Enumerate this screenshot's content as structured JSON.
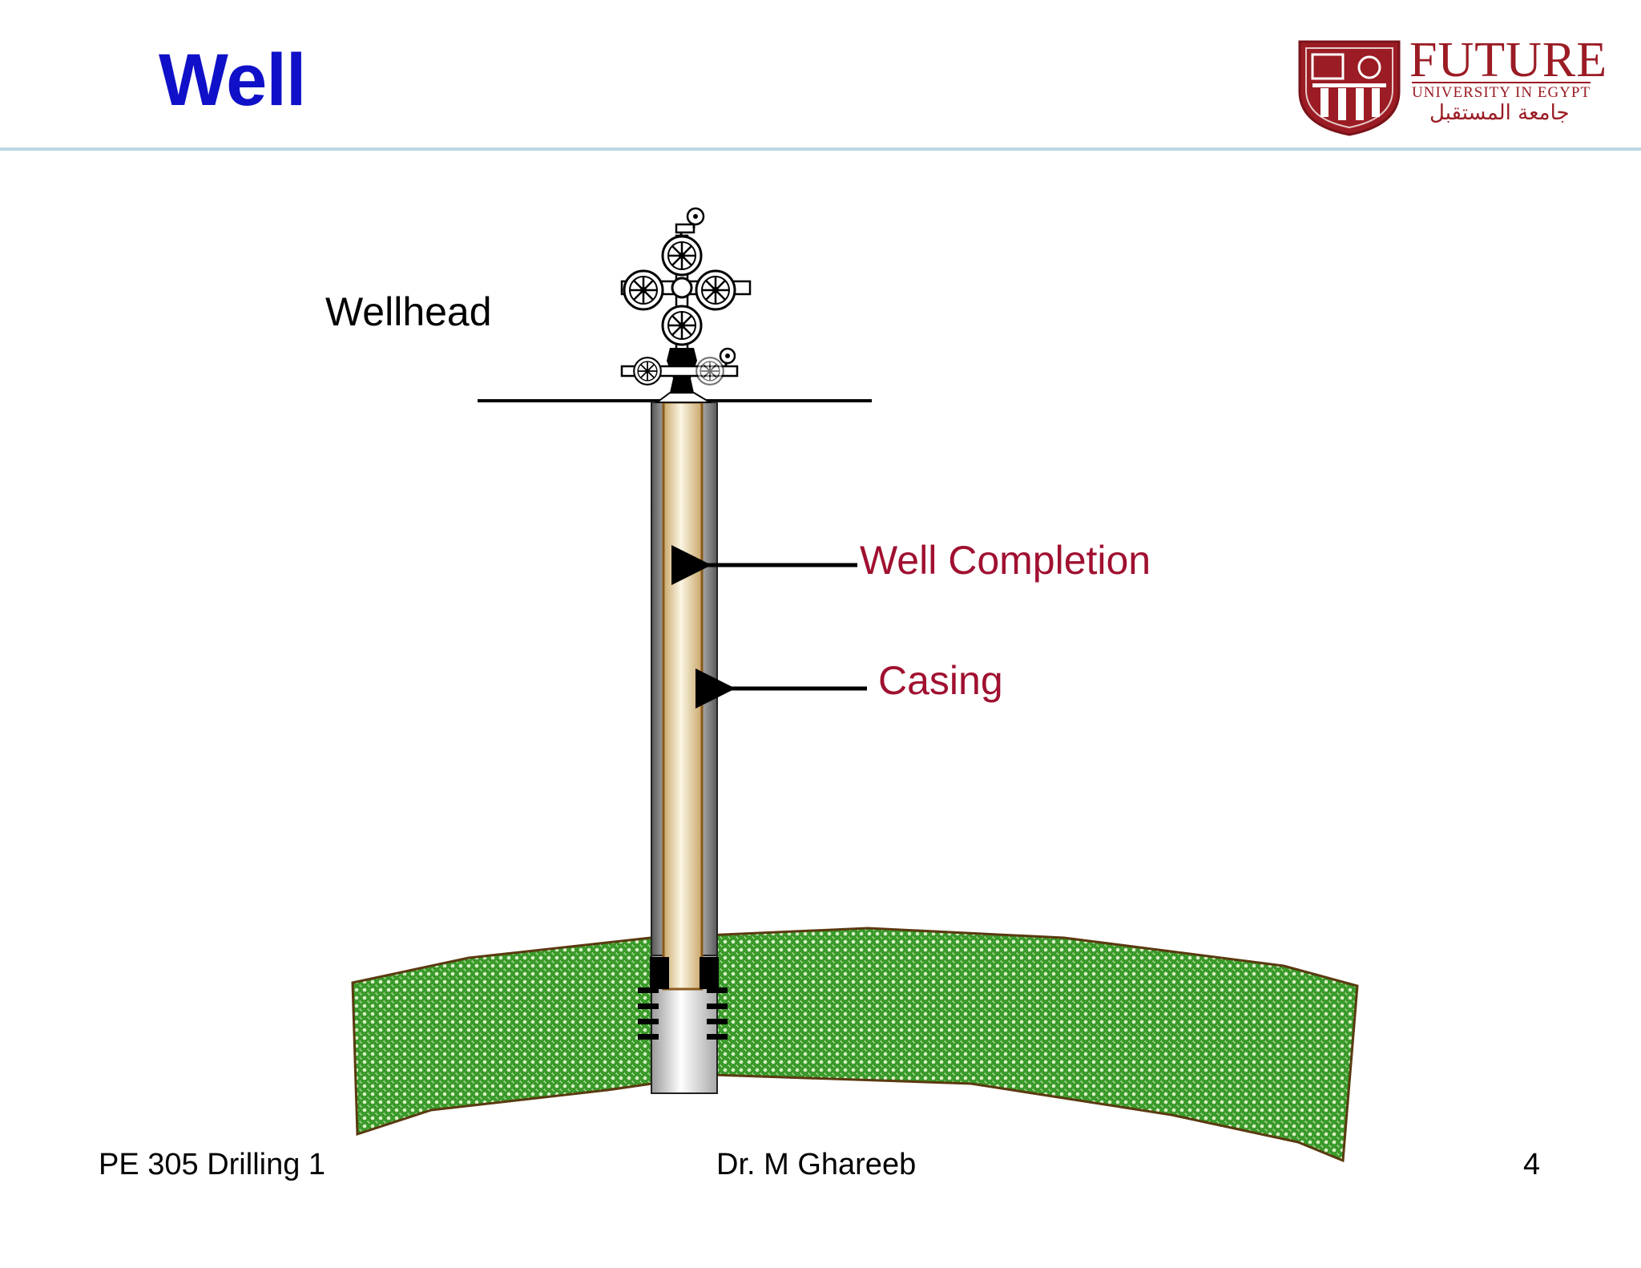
{
  "slide": {
    "title": "Well"
  },
  "logo": {
    "name": "FUTURE",
    "subtitle": "UNIVERSITY IN EGYPT",
    "arabic": "جامعة المستقبل"
  },
  "diagram": {
    "labels": {
      "wellhead": "Wellhead",
      "well_completion": "Well Completion",
      "casing": "Casing"
    }
  },
  "footer": {
    "course": "PE 305 Drilling 1",
    "author": "Dr. M Ghareeb",
    "page_number": "4"
  },
  "colors": {
    "title": "#1010c8",
    "label_accent": "#a01030",
    "formation": "#3a9a2a",
    "header_rule": "#bcd9e2",
    "logo": "#9b1c24"
  }
}
